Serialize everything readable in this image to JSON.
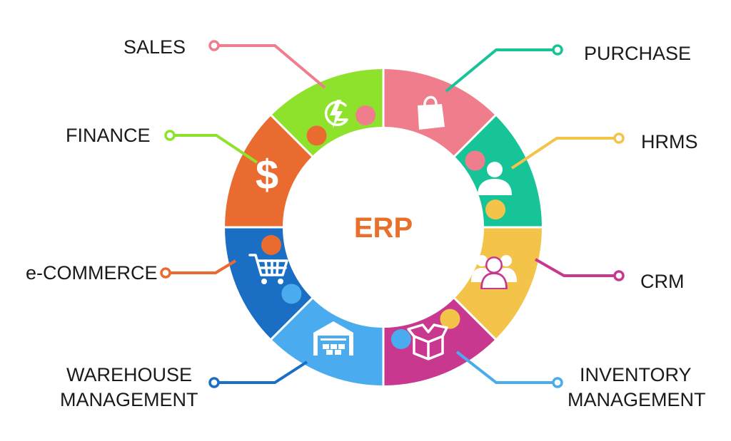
{
  "center": {
    "title": "ERP",
    "color": "#e8702a"
  },
  "modules": [
    {
      "id": "sales",
      "label": "SALES",
      "color": "#f07d8c",
      "icon": "lightning-g-icon"
    },
    {
      "id": "purchase",
      "label": "PURCHASE",
      "color": "#17c497",
      "icon": "shopping-bag-icon"
    },
    {
      "id": "hrms",
      "label": "HRMS",
      "color": "#f4c44a",
      "icon": "person-icon"
    },
    {
      "id": "crm",
      "label": "CRM",
      "color": "#c8388f",
      "icon": "people-group-icon"
    },
    {
      "id": "inventory",
      "label": "INVENTORY MANAGEMENT",
      "label_lines": [
        "INVENTORY",
        "MANAGEMENT"
      ],
      "color": "#4aacee",
      "icon": "open-box-icon"
    },
    {
      "id": "warehouse",
      "label": "WAREHOUSE MANAGEMENT",
      "label_lines": [
        "WAREHOUSE",
        "MANAGEMENT"
      ],
      "color": "#1a6fc4",
      "icon": "warehouse-icon"
    },
    {
      "id": "ecommerce",
      "label": "e-COMMERCE",
      "color": "#ea6b30",
      "icon": "shopping-cart-icon"
    },
    {
      "id": "finance",
      "label": "FINANCE",
      "color": "#8fe22c",
      "icon": "dollar-icon"
    }
  ]
}
